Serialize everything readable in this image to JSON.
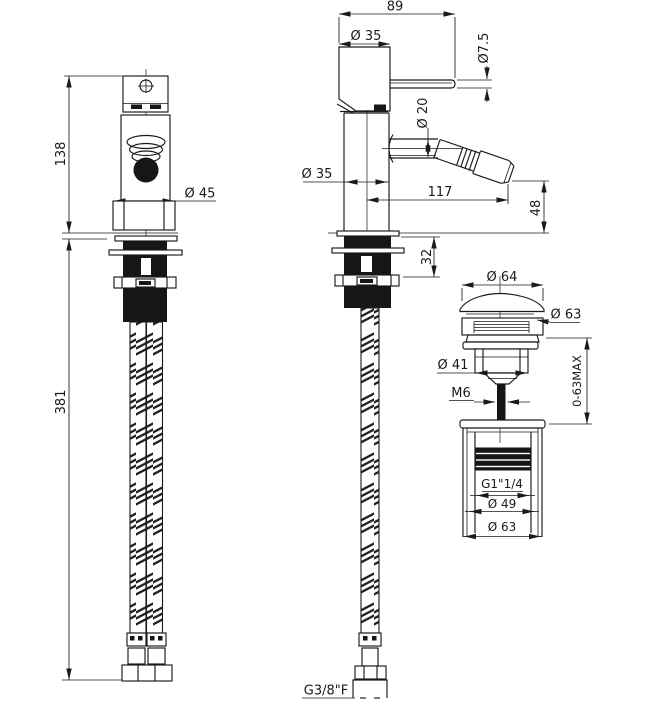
{
  "drawing": {
    "front": {
      "body_height": "138",
      "hose_length": "381",
      "base_nut_diameter": "Ø 45"
    },
    "side": {
      "handle_reach": "89",
      "head_diameter": "Ø 35",
      "lever_diameter": "Ø7.5",
      "spout_diameter": "Ø 20",
      "body_diameter": "Ø 35",
      "spout_reach": "117",
      "spout_height": "48",
      "deck_thickness_max": "32",
      "supply_thread": "G3/8\"F"
    },
    "waste": {
      "cap_diameter": "Ø 64",
      "flange_diameter": "Ø 63",
      "neck_diameter": "Ø 41",
      "rod_thread": "M6",
      "height_adjust": "0-63MAX",
      "outlet_thread": "G1\"1/4",
      "inner_diameter": "Ø 49",
      "housing_diameter": "Ø 63"
    }
  },
  "colors": {
    "line": "#1a1a1a",
    "solid_fill": "#161616",
    "background": "#ffffff"
  }
}
